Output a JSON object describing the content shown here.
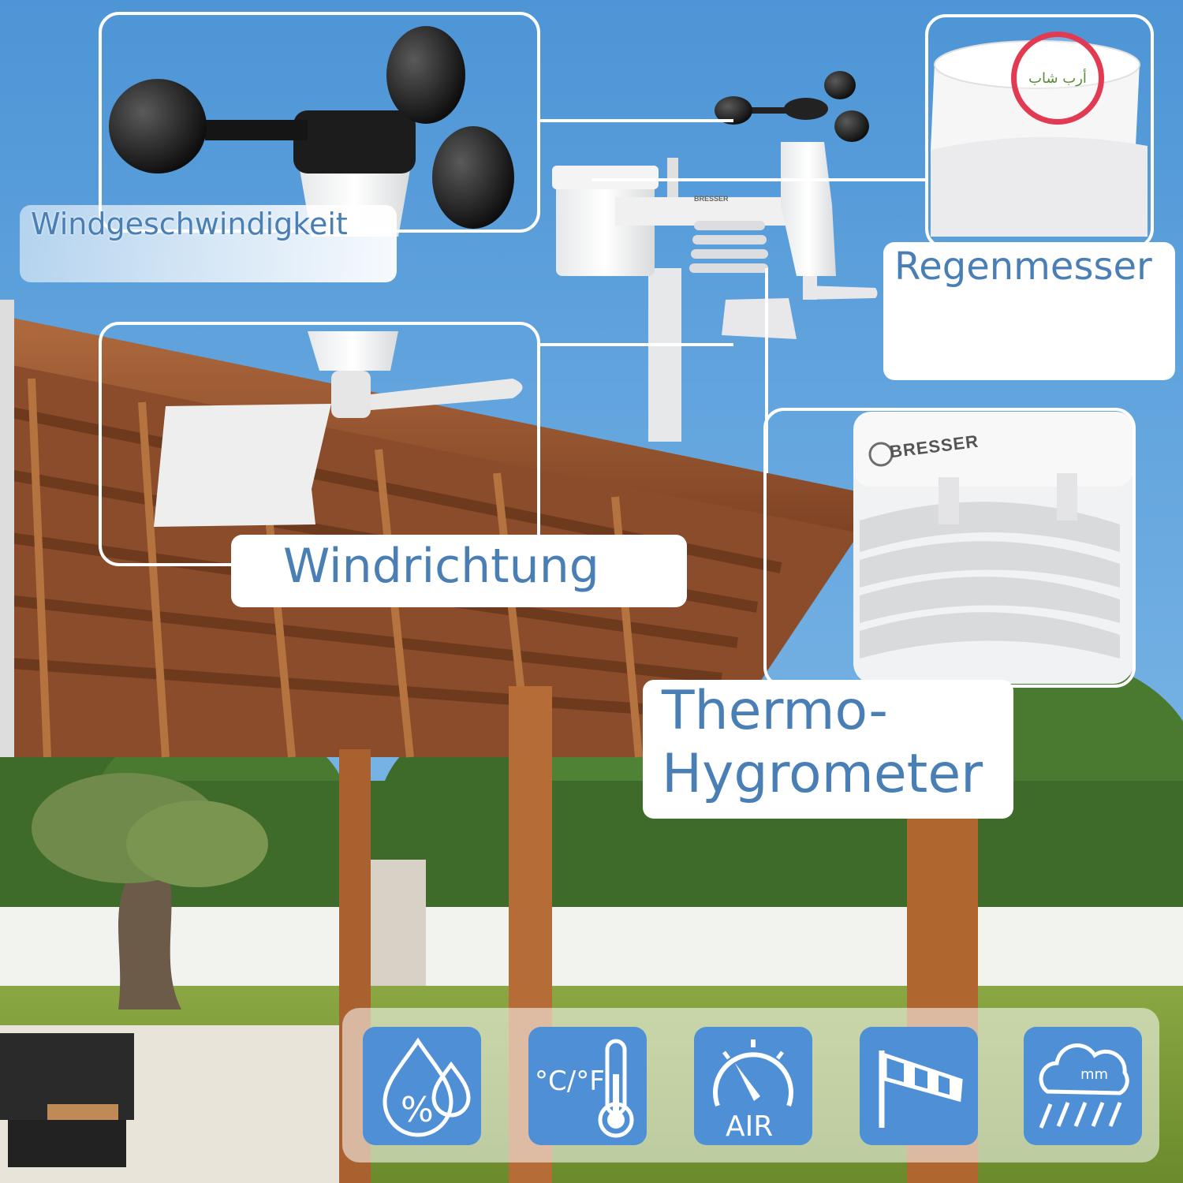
{
  "labels": {
    "wind_speed": "Windgeschwindigkeit",
    "rain_gauge": "Regenmesser",
    "wind_direction": "Windrichtung",
    "thermo_line1": "Thermo-",
    "thermo_line2": "Hygrometer"
  },
  "brand": "BRESSER",
  "watermark": "أرب شاب",
  "icons": {
    "temperature_unit": "°C/°F",
    "air_label": "AIR",
    "rain_unit": "mm",
    "humidity_symbol": "%"
  },
  "icon_names": [
    "humidity-icon",
    "thermometer-icon",
    "air-pressure-icon",
    "windsock-icon",
    "rain-cloud-icon"
  ],
  "colors": {
    "accent": "#4a7fb5",
    "icon_tile": "#4e8fd6",
    "sky": "#5a9fd8",
    "wood": "#9a5a35",
    "grass": "#7d9a3a"
  }
}
